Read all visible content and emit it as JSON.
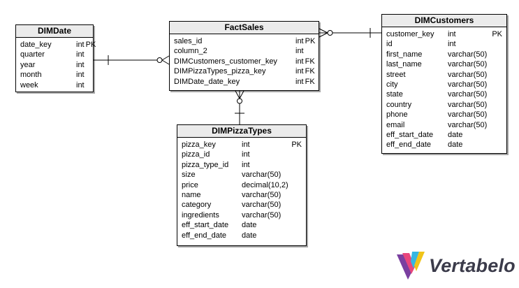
{
  "entities": {
    "dim_date": {
      "title": "DIMDate",
      "columns": [
        {
          "name": "date_key",
          "type": "int",
          "key": "PK"
        },
        {
          "name": "quarter",
          "type": "int",
          "key": ""
        },
        {
          "name": "year",
          "type": "int",
          "key": ""
        },
        {
          "name": "month",
          "type": "int",
          "key": ""
        },
        {
          "name": "week",
          "type": "int",
          "key": ""
        }
      ]
    },
    "fact_sales": {
      "title": "FactSales",
      "columns": [
        {
          "name": "sales_id",
          "type": "int",
          "key": "PK"
        },
        {
          "name": "column_2",
          "type": "int",
          "key": ""
        },
        {
          "name": "DIMCustomers_customer_key",
          "type": "int",
          "key": "FK"
        },
        {
          "name": "DIMPizzaTypes_pizza_key",
          "type": "int",
          "key": "FK"
        },
        {
          "name": "DIMDate_date_key",
          "type": "int",
          "key": "FK"
        }
      ]
    },
    "dim_pizza_types": {
      "title": "DIMPizzaTypes",
      "columns": [
        {
          "name": "pizza_key",
          "type": "int",
          "key": "PK"
        },
        {
          "name": "pizza_id",
          "type": "int",
          "key": ""
        },
        {
          "name": "pizza_type_id",
          "type": "int",
          "key": ""
        },
        {
          "name": "size",
          "type": "varchar(50)",
          "key": ""
        },
        {
          "name": "price",
          "type": "decimal(10,2)",
          "key": ""
        },
        {
          "name": "name",
          "type": "varchar(50)",
          "key": ""
        },
        {
          "name": "category",
          "type": "varchar(50)",
          "key": ""
        },
        {
          "name": "ingredients",
          "type": "varchar(50)",
          "key": ""
        },
        {
          "name": "eff_start_date",
          "type": "date",
          "key": ""
        },
        {
          "name": "eff_end_date",
          "type": "date",
          "key": ""
        }
      ]
    },
    "dim_customers": {
      "title": "DIMCustomers",
      "columns": [
        {
          "name": "customer_key",
          "type": "int",
          "key": "PK"
        },
        {
          "name": "id",
          "type": "int",
          "key": ""
        },
        {
          "name": "first_name",
          "type": "varchar(50)",
          "key": ""
        },
        {
          "name": "last_name",
          "type": "varchar(50)",
          "key": ""
        },
        {
          "name": "street",
          "type": "varchar(50)",
          "key": ""
        },
        {
          "name": "city",
          "type": "varchar(50)",
          "key": ""
        },
        {
          "name": "state",
          "type": "varchar(50)",
          "key": ""
        },
        {
          "name": "country",
          "type": "varchar(50)",
          "key": ""
        },
        {
          "name": "phone",
          "type": "varchar(50)",
          "key": ""
        },
        {
          "name": "email",
          "type": "varchar(50)",
          "key": ""
        },
        {
          "name": "eff_start_date",
          "type": "date",
          "key": ""
        },
        {
          "name": "eff_end_date",
          "type": "date",
          "key": ""
        }
      ]
    }
  },
  "relationships": [
    {
      "from": "DIMDate",
      "to": "FactSales",
      "from_cardinality": "one",
      "to_cardinality": "zero-or-many"
    },
    {
      "from": "DIMCustomers",
      "to": "FactSales",
      "from_cardinality": "one",
      "to_cardinality": "zero-or-many"
    },
    {
      "from": "DIMPizzaTypes",
      "to": "FactSales",
      "from_cardinality": "one",
      "to_cardinality": "zero-or-many"
    }
  ],
  "logo": {
    "text": "Vertabelo",
    "icon": "vertabelo-logo-icon",
    "colors": [
      "#7a3fa0",
      "#e8467c",
      "#35b6e2",
      "#f0c419"
    ]
  }
}
